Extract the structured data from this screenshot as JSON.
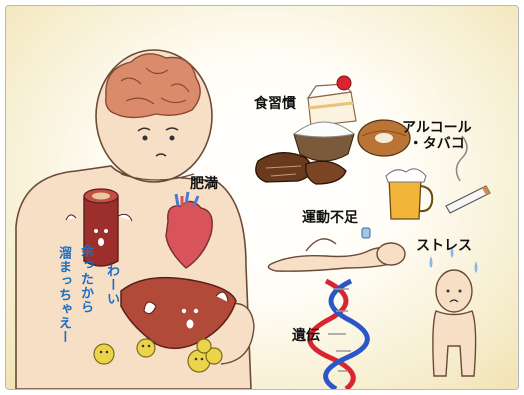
{
  "labels": {
    "obesity": "肥満",
    "eating_habits": "食習慣",
    "alcohol_tobacco_line1": "アルコール",
    "alcohol_tobacco_line2": "・タバコ",
    "lack_of_exercise": "運動不足",
    "stress": "ストレス",
    "heredity": "遺伝"
  },
  "speech": {
    "col1": "わーい",
    "col2": "余ったから",
    "col3": "溜まっちゃえー"
  },
  "colors": {
    "background": "#f1e3b4",
    "skin": "#f7dfc6",
    "liver": "#b24a3a",
    "heart": "#d8535a",
    "fat": "#ecd44a",
    "dna_red": "#d9252f",
    "dna_blue": "#2b56c9",
    "speech_text": "#1d6fc0"
  }
}
